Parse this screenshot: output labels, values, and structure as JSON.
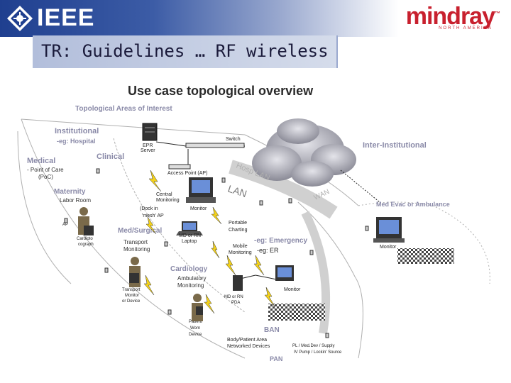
{
  "header": {
    "logo_text": "IEEE",
    "brand": "mindray",
    "brand_sub": "NORTH AMERICA",
    "tm": "™"
  },
  "title": "TR: Guidelines … RF wireless",
  "subtitle": "Use case topological overview",
  "diagram": {
    "areas_title": "Topological Areas of Interest",
    "institutional": "Institutional",
    "eg_hospital": "-eg: Hospital",
    "clinical": "Clinical",
    "medical": "Medical",
    "point_of_care": "- Point of Care",
    "poc": "(PoC)",
    "maternity": "Maternity",
    "labor_room": "Labor Room",
    "epr": "EPR",
    "server": "Server",
    "switch": "Switch",
    "access_point": "Access Point (AP)",
    "central": "Central",
    "monitoring": "Monitoring",
    "dock": "(Dock in",
    "mesh_ap": "'mesh' AP",
    "monitor": "Monitor",
    "portable": "Portable",
    "charting": "Charting",
    "md_rn": "MD or RN",
    "laptop": "Laptop",
    "mobile": "Mobile",
    "mobile_monitoring": "Monitoring",
    "med_surgical": "Med/Surgical",
    "transport": "Transport",
    "transport_monitoring": "Monitoring",
    "cardiology": "Cardiology",
    "ambulatory": "Ambulatory",
    "ambulatory_monitoring": "Monitoring",
    "cardiotoco_1": "Cardioto",
    "cardiotoco_2": "cograph",
    "transport_monitor_1": "Transport",
    "transport_monitor_2": "Monitor",
    "transport_monitor_3": "or Device",
    "patient_worn_1": "Patient",
    "patient_worn_2": "Worn",
    "patient_worn_3": "Device",
    "hosp_lan": "Hosp LAN",
    "lan": "LAN",
    "wan": "WAN",
    "inter_institutional": "Inter-Institutional",
    "med_evac": "Med Evac or Ambulance",
    "evac_monitor": "Monitor",
    "eg_emergency": "-eg: Emergency",
    "eg_er": "-eg: ER",
    "md_pda_1": "MD or RN",
    "md_pda_2": "PDA",
    "er_monitor": "Monitor",
    "ban": "BAN",
    "body_area_1": "Body/Patient Area",
    "body_area_2": "Networked Devices",
    "infusion_1": "PL / Med.Dev / Supply",
    "infusion_2": "IV Pump / Lockin' Source",
    "pan": "PAN",
    "ap_label": "AP"
  }
}
